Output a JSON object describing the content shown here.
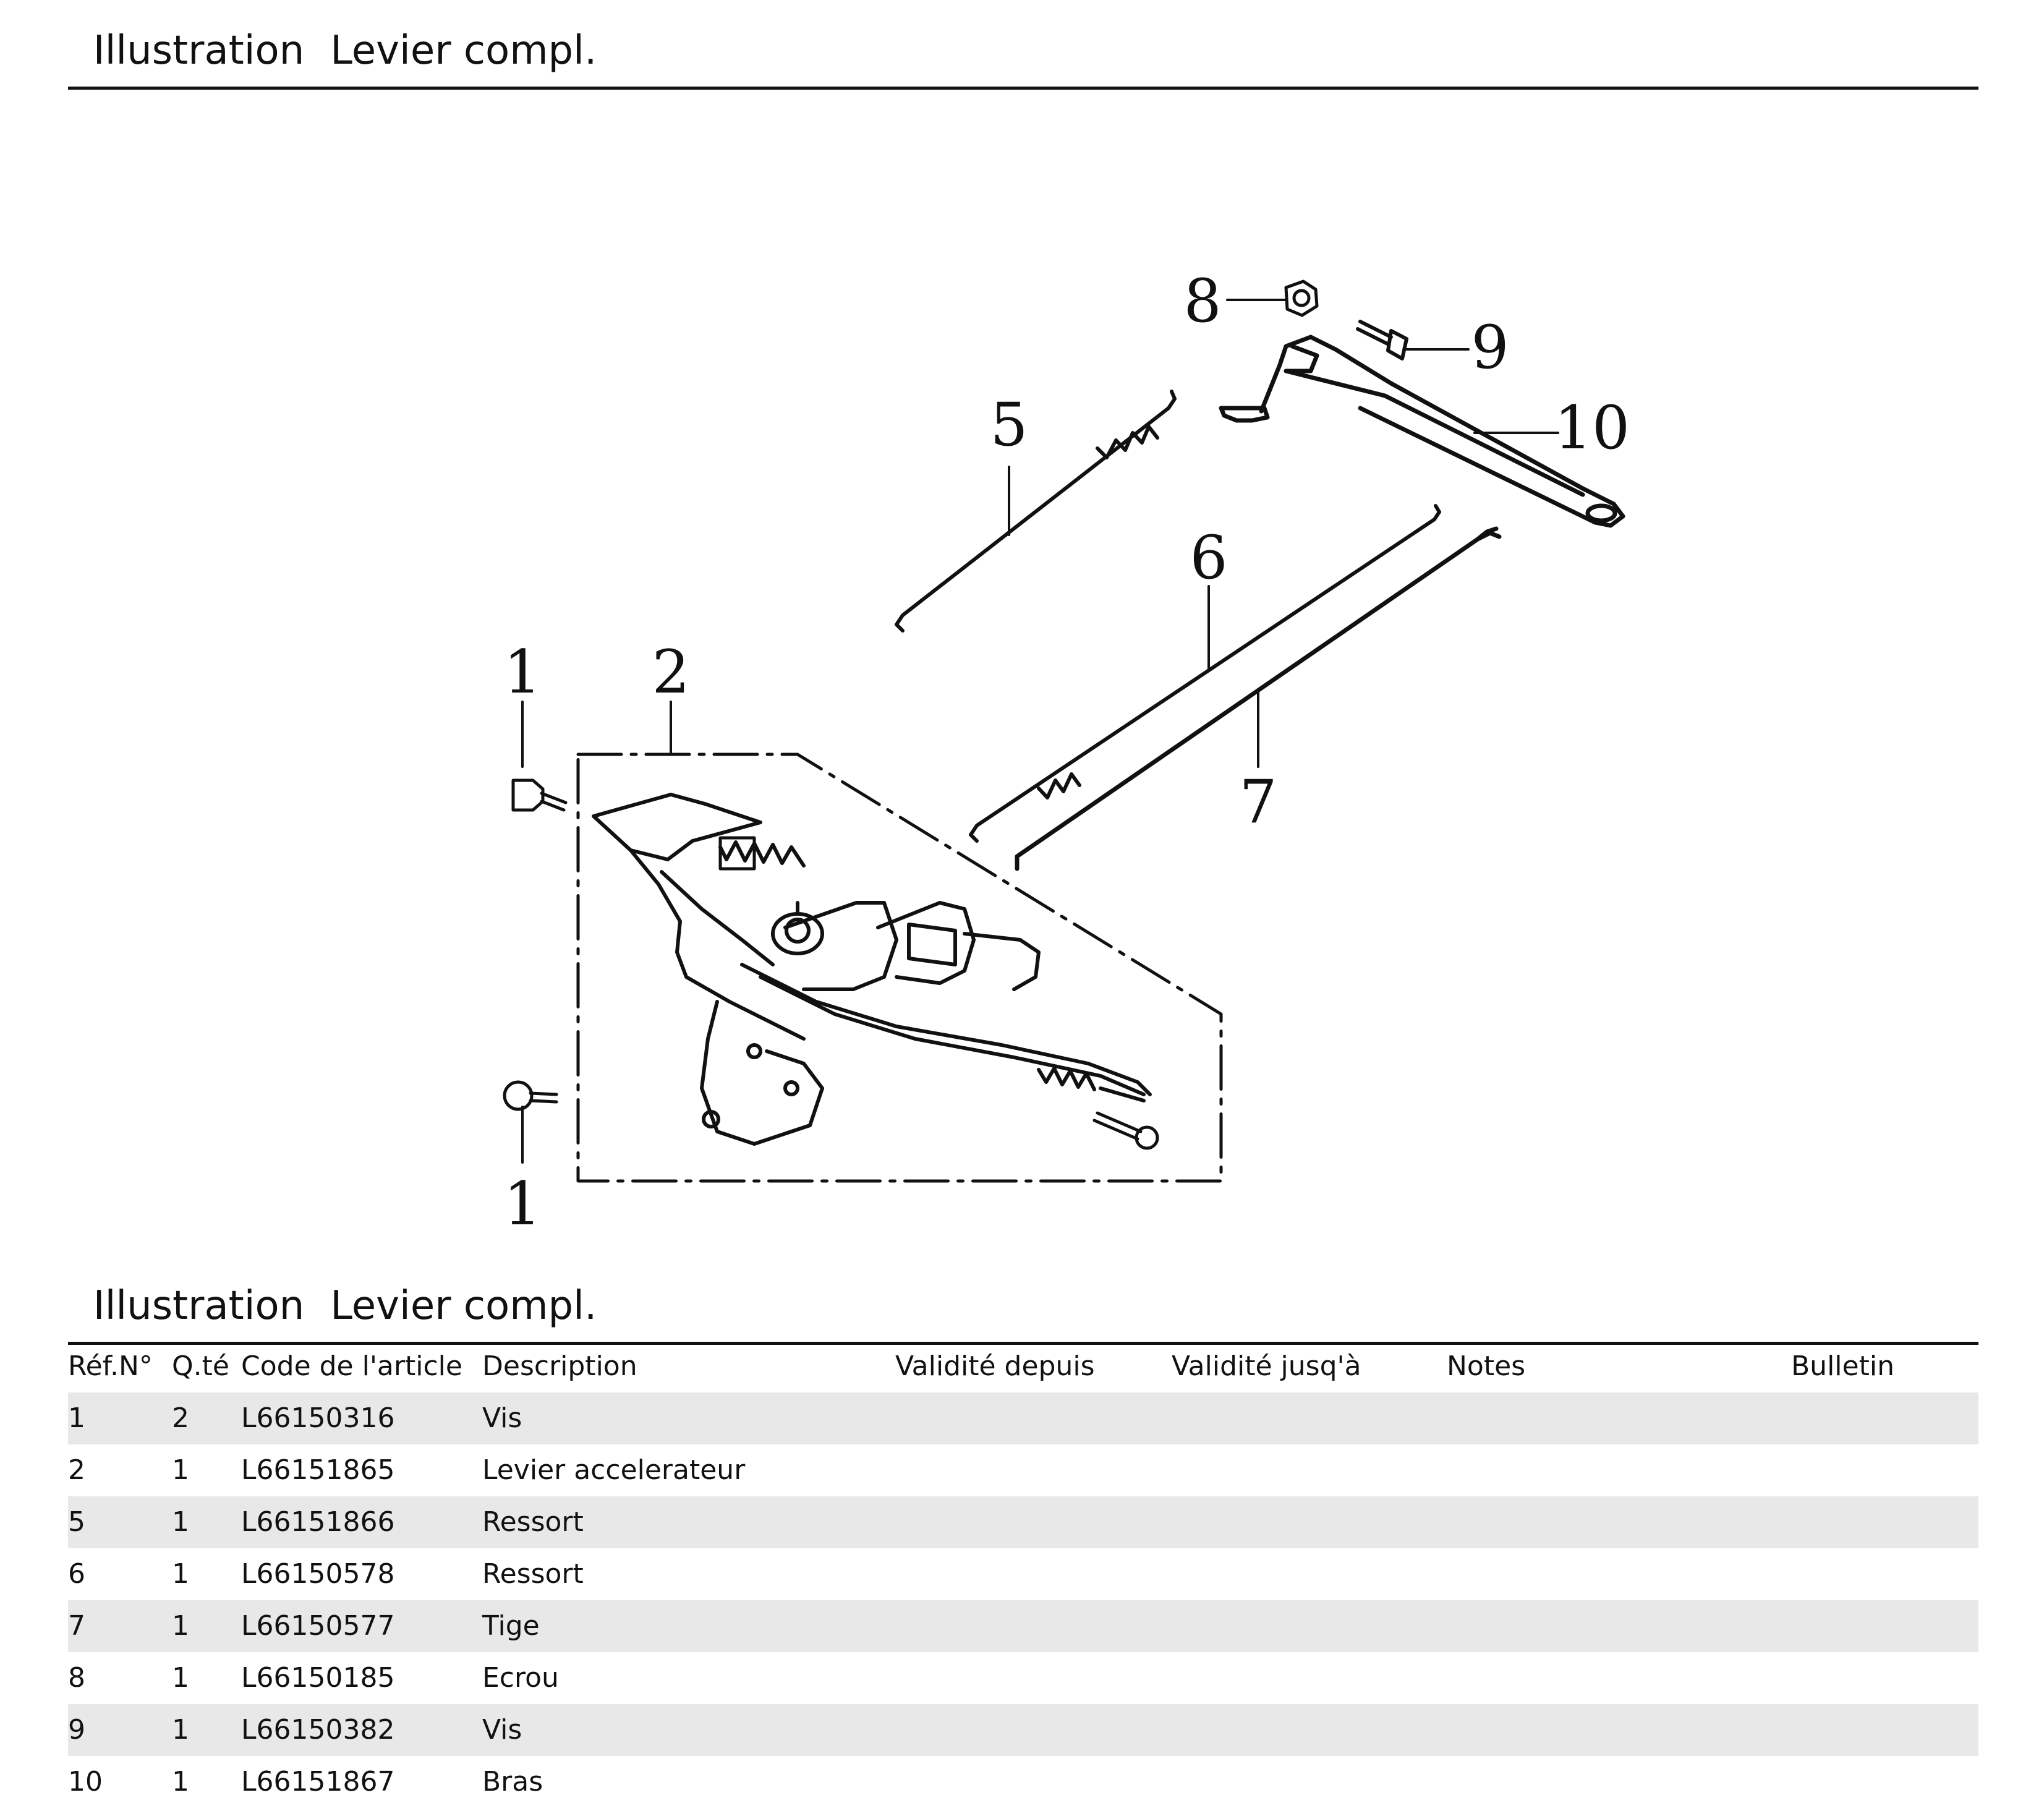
{
  "header": {
    "label": "Illustration",
    "title": "Levier compl."
  },
  "section": {
    "label": "Illustration",
    "title": "Levier compl."
  },
  "diagram": {
    "callouts": [
      "1",
      "2",
      "1",
      "5",
      "6",
      "7",
      "8",
      "9",
      "10"
    ]
  },
  "table": {
    "columns": [
      "Réf.N°",
      "Q.té",
      "Code de l'article",
      "Description",
      "Validité depuis",
      "Validité jusq'à",
      "Notes",
      "Bulletin"
    ],
    "rows": [
      {
        "ref": "1",
        "qty": "2",
        "code": "L66150316",
        "desc": "Vis",
        "from": "",
        "to": "",
        "notes": "",
        "bulletin": ""
      },
      {
        "ref": "2",
        "qty": "1",
        "code": "L66151865",
        "desc": "Levier accelerateur",
        "from": "",
        "to": "",
        "notes": "",
        "bulletin": ""
      },
      {
        "ref": "5",
        "qty": "1",
        "code": "L66151866",
        "desc": "Ressort",
        "from": "",
        "to": "",
        "notes": "",
        "bulletin": ""
      },
      {
        "ref": "6",
        "qty": "1",
        "code": "L66150578",
        "desc": "Ressort",
        "from": "",
        "to": "",
        "notes": "",
        "bulletin": ""
      },
      {
        "ref": "7",
        "qty": "1",
        "code": "L66150577",
        "desc": "Tige",
        "from": "",
        "to": "",
        "notes": "",
        "bulletin": ""
      },
      {
        "ref": "8",
        "qty": "1",
        "code": "L66150185",
        "desc": "Ecrou",
        "from": "",
        "to": "",
        "notes": "",
        "bulletin": ""
      },
      {
        "ref": "9",
        "qty": "1",
        "code": "L66150382",
        "desc": "Vis",
        "from": "",
        "to": "",
        "notes": "",
        "bulletin": ""
      },
      {
        "ref": "10",
        "qty": "1",
        "code": "L66151867",
        "desc": "Bras",
        "from": "",
        "to": "",
        "notes": "",
        "bulletin": ""
      }
    ]
  }
}
